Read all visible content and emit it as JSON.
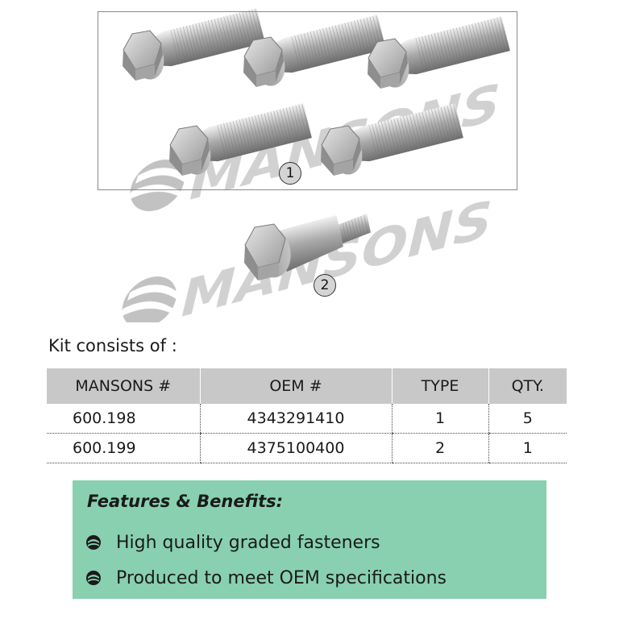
{
  "illustration": {
    "watermark": "MANSONS",
    "callouts": [
      "1",
      "2"
    ],
    "icons": [
      "hex-flange-bolt-icon",
      "stepped-hex-bolt-icon",
      "mansons-logo-watermark"
    ]
  },
  "kit": {
    "heading": "Kit consists of :",
    "columns": [
      "MANSONS #",
      "OEM #",
      "TYPE",
      "QTY."
    ],
    "rows": [
      [
        "600.198",
        "4343291410",
        "1",
        "5"
      ],
      [
        "600.199",
        "4375100400",
        "2",
        "1"
      ]
    ]
  },
  "features": {
    "title": "Features & Benefits:",
    "items": [
      "High quality graded fasteners",
      "Produced to meet OEM specifications"
    ],
    "bullet_icon": "swirl-bullet-icon"
  },
  "colors": {
    "features_bg": "#88d0b0",
    "table_header_bg": "#c8c8c8",
    "box_border": "#8a8a8a"
  }
}
